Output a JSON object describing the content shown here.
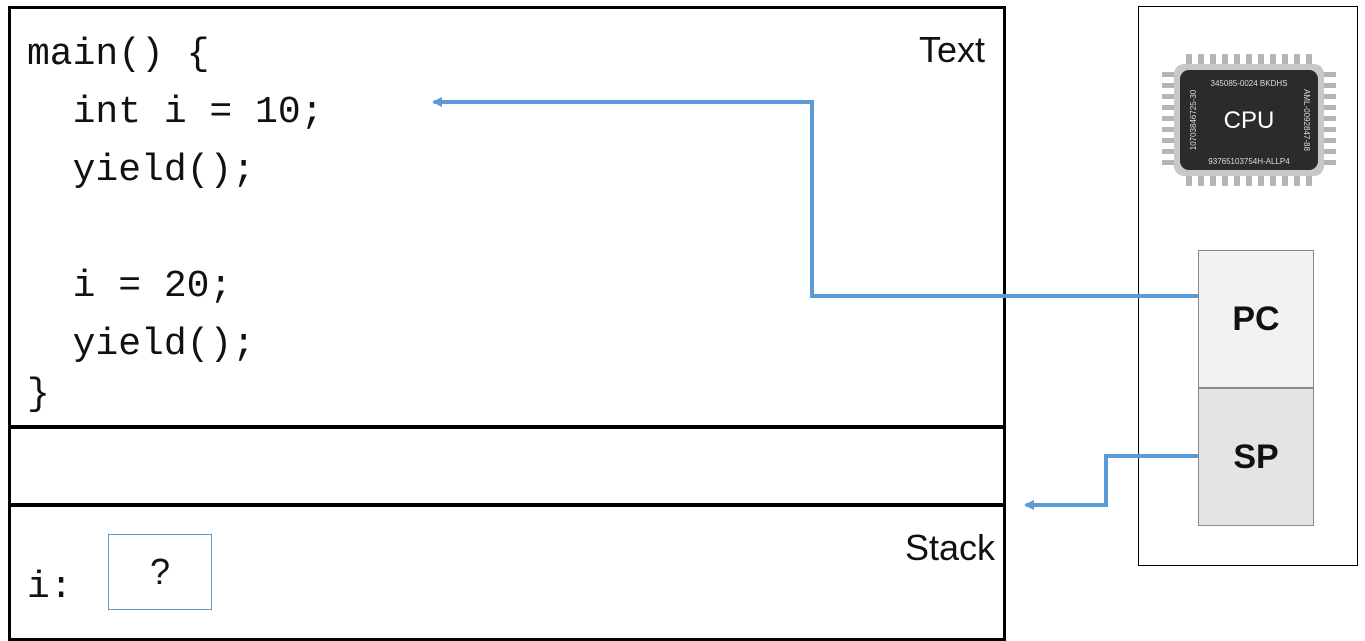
{
  "text_segment": {
    "label": "Text",
    "code_lines": [
      "main() {",
      "  int i = 10;",
      "  yield();",
      "",
      "  i = 20;",
      "  yield();",
      "}"
    ]
  },
  "stack_segment": {
    "label": "Stack",
    "var_label": "i:",
    "var_value": "?"
  },
  "cpu": {
    "chip_label": "CPU",
    "chip_codes": [
      "345085-0024 BKDHS",
      "AML-0092847-88",
      "93765103754H-ALLP4",
      "10703846725-30"
    ],
    "registers": {
      "pc": "PC",
      "sp": "SP"
    }
  },
  "colors": {
    "arrow": "#5b9bd5",
    "border": "#000000",
    "pc_fill": "#f2f2f2",
    "sp_fill": "#e4e4e4"
  },
  "icons": [
    "cpu-chip-icon"
  ]
}
